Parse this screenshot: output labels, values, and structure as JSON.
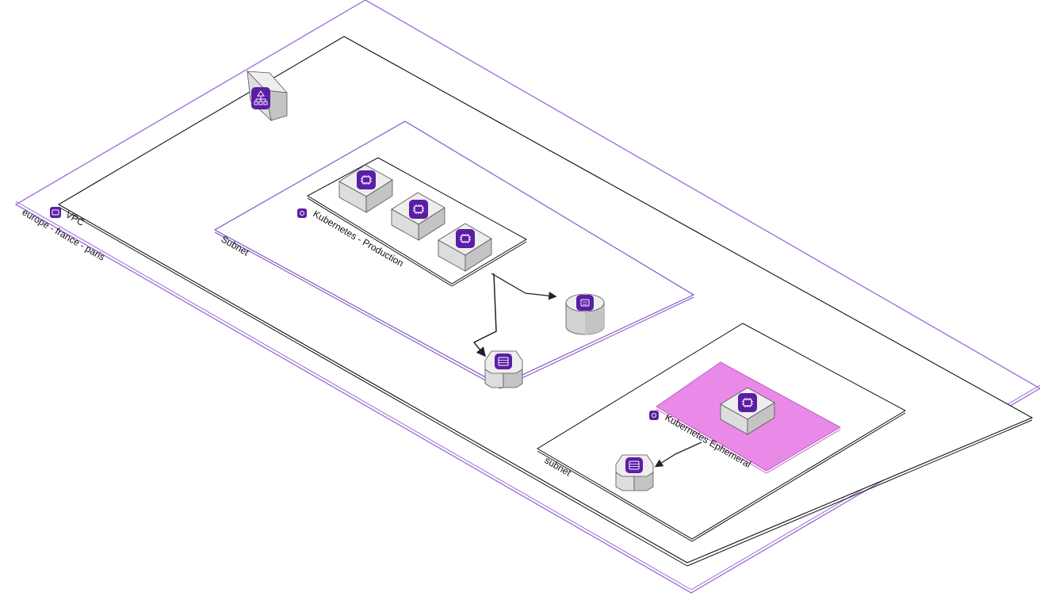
{
  "diagram": {
    "region": {
      "label": "europe - france - paris"
    },
    "vpc": {
      "label": "VPC"
    },
    "subnet_production": {
      "label": "Subnet"
    },
    "cluster_production": {
      "label": "Kubernetes - Production"
    },
    "subnet_ephemeral": {
      "label": "subnet"
    },
    "cluster_ephemeral": {
      "label": "Kubernetes Ephemeral"
    }
  },
  "icons": {
    "load_balancer": "load-balancer-icon",
    "instance": "cpu-chip-icon",
    "database": "database-icon",
    "storage": "storage-block-icon",
    "vpc": "vpc-icon",
    "kubernetes": "kubernetes-icon"
  },
  "colors": {
    "accent": "#5b1ea6",
    "region_border": "#9b6bd6",
    "ephemeral_fill": "#e98ae8",
    "box_top": "#eeeeee",
    "box_left": "#dddddd",
    "box_right": "#c4c4c4"
  }
}
